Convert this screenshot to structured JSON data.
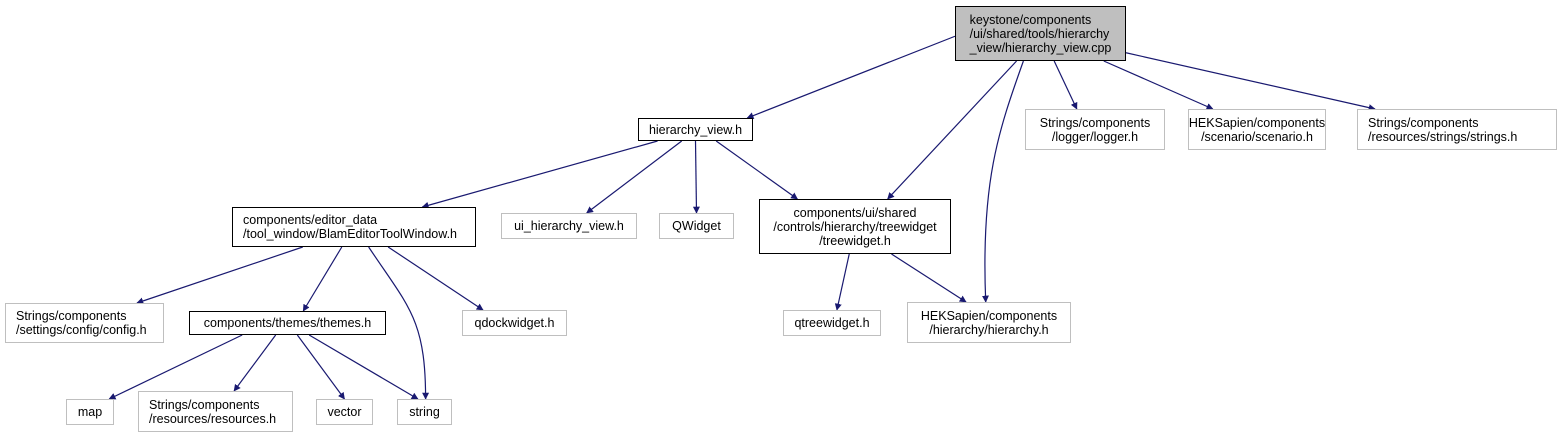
{
  "graph": {
    "title": "keystone/components/ui/shared/tools/hierarchy_view/hierarchy_view.cpp include dependency graph",
    "edge_color": "#191970",
    "nodes": [
      {
        "id": "root",
        "label": "keystone/components\n/ui/shared/tools/hierarchy\n_view/hierarchy_view.cpp",
        "kind": "root"
      },
      {
        "id": "hierarchy_view_h",
        "label": "hierarchy_view.h",
        "kind": "documented"
      },
      {
        "id": "logger_h",
        "label": "Strings/components\n/logger/logger.h",
        "kind": "external"
      },
      {
        "id": "scenario_h",
        "label": "HEKSapien/components\n/scenario/scenario.h",
        "kind": "external"
      },
      {
        "id": "strings_h",
        "label": "Strings/components\n/resources/strings/strings.h",
        "kind": "external"
      },
      {
        "id": "blam_tool_window_h",
        "label": "components/editor_data\n/tool_window/BlamEditorToolWindow.h",
        "kind": "documented"
      },
      {
        "id": "ui_hierarchy_view_h",
        "label": "ui_hierarchy_view.h",
        "kind": "external"
      },
      {
        "id": "qwidget",
        "label": "QWidget",
        "kind": "external"
      },
      {
        "id": "treewidget_h",
        "label": "components/ui/shared\n/controls/hierarchy/treewidget\n/treewidget.h",
        "kind": "documented"
      },
      {
        "id": "config_h",
        "label": "Strings/components\n/settings/config/config.h",
        "kind": "external"
      },
      {
        "id": "themes_h",
        "label": "components/themes/themes.h",
        "kind": "documented"
      },
      {
        "id": "qdockwidget_h",
        "label": "qdockwidget.h",
        "kind": "external"
      },
      {
        "id": "qtreewidget_h",
        "label": "qtreewidget.h",
        "kind": "external"
      },
      {
        "id": "hierarchy_h",
        "label": "HEKSapien/components\n/hierarchy/hierarchy.h",
        "kind": "external"
      },
      {
        "id": "map",
        "label": "map",
        "kind": "external"
      },
      {
        "id": "resources_h",
        "label": "Strings/components\n/resources/resources.h",
        "kind": "external"
      },
      {
        "id": "vector",
        "label": "vector",
        "kind": "external"
      },
      {
        "id": "string",
        "label": "string",
        "kind": "external"
      }
    ],
    "edges": [
      {
        "from": "root",
        "to": "hierarchy_view_h"
      },
      {
        "from": "root",
        "to": "treewidget_h"
      },
      {
        "from": "root",
        "to": "hierarchy_h"
      },
      {
        "from": "root",
        "to": "logger_h"
      },
      {
        "from": "root",
        "to": "scenario_h"
      },
      {
        "from": "root",
        "to": "strings_h"
      },
      {
        "from": "hierarchy_view_h",
        "to": "blam_tool_window_h"
      },
      {
        "from": "hierarchy_view_h",
        "to": "ui_hierarchy_view_h"
      },
      {
        "from": "hierarchy_view_h",
        "to": "qwidget"
      },
      {
        "from": "hierarchy_view_h",
        "to": "treewidget_h"
      },
      {
        "from": "blam_tool_window_h",
        "to": "config_h"
      },
      {
        "from": "blam_tool_window_h",
        "to": "themes_h"
      },
      {
        "from": "blam_tool_window_h",
        "to": "string"
      },
      {
        "from": "blam_tool_window_h",
        "to": "qdockwidget_h"
      },
      {
        "from": "treewidget_h",
        "to": "qtreewidget_h"
      },
      {
        "from": "treewidget_h",
        "to": "hierarchy_h"
      },
      {
        "from": "themes_h",
        "to": "map"
      },
      {
        "from": "themes_h",
        "to": "resources_h"
      },
      {
        "from": "themes_h",
        "to": "vector"
      },
      {
        "from": "themes_h",
        "to": "string"
      }
    ]
  }
}
